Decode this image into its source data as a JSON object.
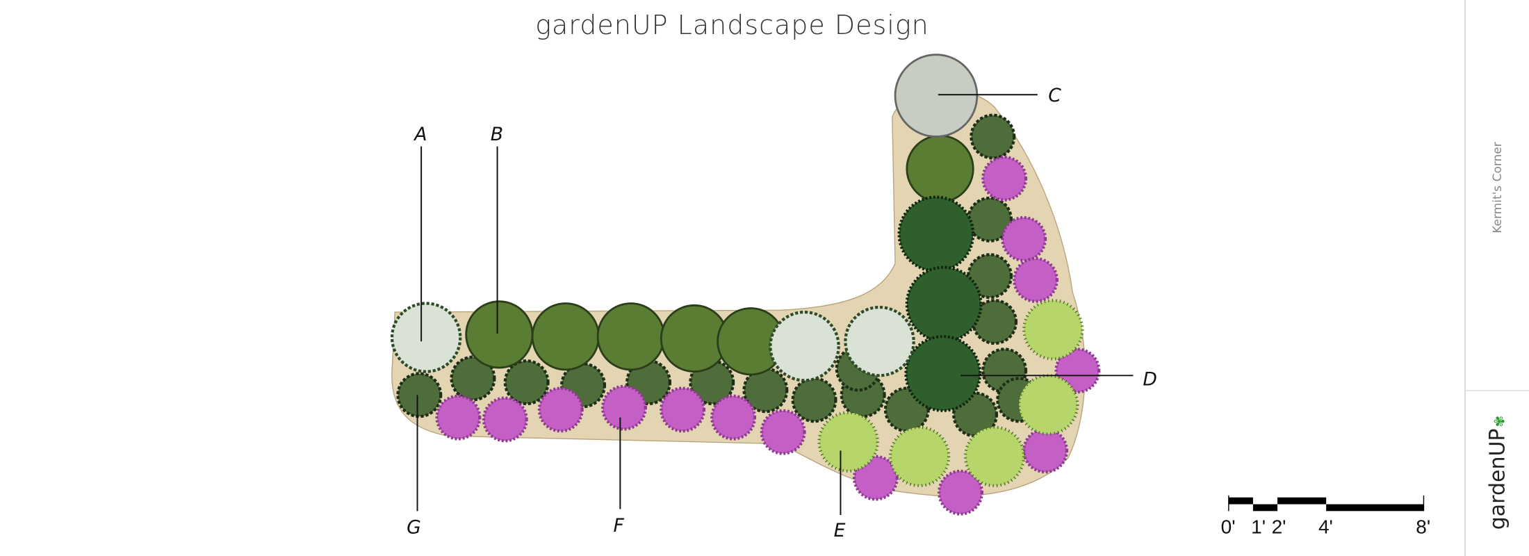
{
  "title": "gardenUP Landscape Design",
  "sidebar": {
    "project_name": "Kermit's Corner",
    "logo_text": "gardenUP"
  },
  "plan": {
    "labels": {
      "A": "A",
      "B": "B",
      "C": "C",
      "D": "D",
      "E": "E",
      "F": "F",
      "G": "G"
    }
  },
  "scale_bar": {
    "ticks": [
      "0'",
      "1'",
      "2'",
      "4'",
      "8'"
    ],
    "unit_values_ft": [
      0,
      1,
      2,
      4,
      8
    ]
  },
  "colors": {
    "bed": "#e3d5b2",
    "medium_green": "#5b7d33",
    "dark_green": "#2f5f2c",
    "small_shrub": "#4f6d3a",
    "pink": "#c45fc6",
    "lime": "#b6d56b",
    "variegated": "#d9e2d4"
  }
}
